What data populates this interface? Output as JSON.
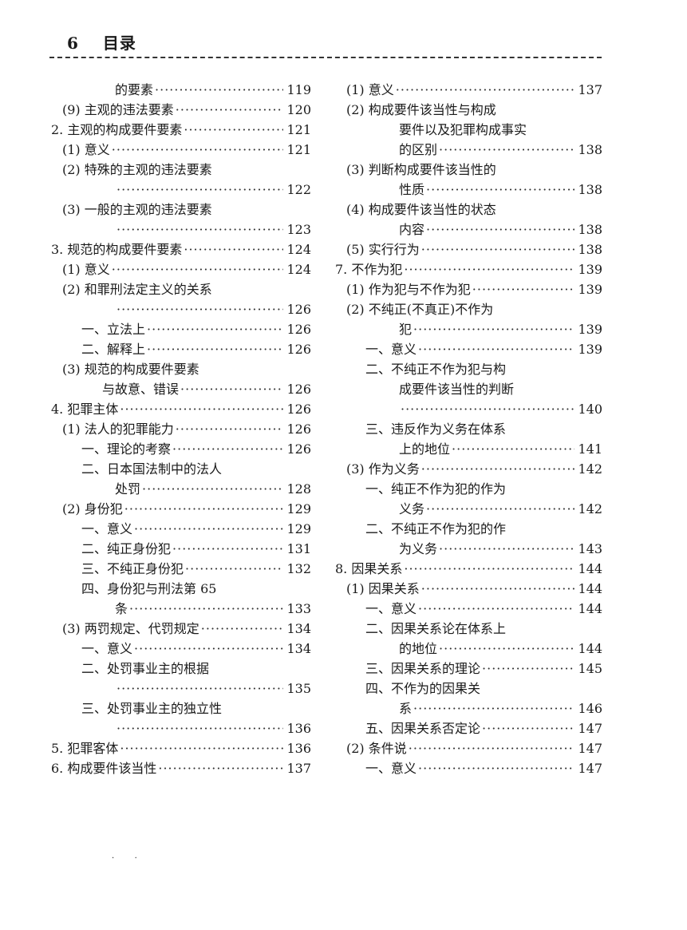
{
  "header": {
    "page_number": "6",
    "title": "目录"
  },
  "left_column": [
    {
      "text": "的要素",
      "page": "119",
      "indent": 4,
      "dots": true
    },
    {
      "text": "(9) 主观的违法要素",
      "page": "120",
      "indent": 1,
      "dots": true
    },
    {
      "text": "2. 主观的构成要件要素",
      "page": "121",
      "indent": 0,
      "dots": true
    },
    {
      "text": "(1) 意义",
      "page": "121",
      "indent": 1,
      "dots": true
    },
    {
      "text": "(2) 特殊的主观的违法要素",
      "page": "",
      "indent": 1,
      "dots": false
    },
    {
      "text": "",
      "page": "122",
      "indent": 4,
      "dots": true
    },
    {
      "text": "(3) 一般的主观的违法要素",
      "page": "",
      "indent": 1,
      "dots": false
    },
    {
      "text": "",
      "page": "123",
      "indent": 4,
      "dots": true
    },
    {
      "text": "3. 规范的构成要件要素",
      "page": "124",
      "indent": 0,
      "dots": true
    },
    {
      "text": "(1) 意义",
      "page": "124",
      "indent": 1,
      "dots": true
    },
    {
      "text": "(2) 和罪刑法定主义的关系",
      "page": "",
      "indent": 1,
      "dots": false
    },
    {
      "text": "",
      "page": "126",
      "indent": 4,
      "dots": true
    },
    {
      "text": "一、立法上",
      "page": "126",
      "indent": 2,
      "dots": true
    },
    {
      "text": "二、解释上",
      "page": "126",
      "indent": 2,
      "dots": true
    },
    {
      "text": "(3) 规范的构成要件要素",
      "page": "",
      "indent": 1,
      "dots": false
    },
    {
      "text": "与故意、错误",
      "page": "126",
      "indent": 3,
      "dots": true
    },
    {
      "text": "4. 犯罪主体",
      "page": "126",
      "indent": 0,
      "dots": true
    },
    {
      "text": "(1) 法人的犯罪能力",
      "page": "126",
      "indent": 1,
      "dots": true
    },
    {
      "text": "一、理论的考察",
      "page": "126",
      "indent": 2,
      "dots": true
    },
    {
      "text": "二、日本国法制中的法人",
      "page": "",
      "indent": 2,
      "dots": false
    },
    {
      "text": "处罚",
      "page": "128",
      "indent": 4,
      "dots": true
    },
    {
      "text": "(2) 身份犯",
      "page": "129",
      "indent": 1,
      "dots": true
    },
    {
      "text": "一、意义",
      "page": "129",
      "indent": 2,
      "dots": true
    },
    {
      "text": "二、纯正身份犯",
      "page": "131",
      "indent": 2,
      "dots": true
    },
    {
      "text": "三、不纯正身份犯",
      "page": "132",
      "indent": 2,
      "dots": true
    },
    {
      "text": "四、身份犯与刑法第 65",
      "page": "",
      "indent": 2,
      "dots": false
    },
    {
      "text": "条",
      "page": "133",
      "indent": 4,
      "dots": true
    },
    {
      "text": "(3) 两罚规定、代罚规定",
      "page": "134",
      "indent": 1,
      "dots": true
    },
    {
      "text": "一、意义",
      "page": "134",
      "indent": 2,
      "dots": true
    },
    {
      "text": "二、处罚事业主的根据",
      "page": "",
      "indent": 2,
      "dots": false
    },
    {
      "text": "",
      "page": "135",
      "indent": 4,
      "dots": true
    },
    {
      "text": "三、处罚事业主的独立性",
      "page": "",
      "indent": 2,
      "dots": false
    },
    {
      "text": "",
      "page": "136",
      "indent": 4,
      "dots": true
    },
    {
      "text": "5. 犯罪客体",
      "page": "136",
      "indent": 0,
      "dots": true
    },
    {
      "text": "6. 构成要件该当性",
      "page": "137",
      "indent": 0,
      "dots": true
    }
  ],
  "right_column": [
    {
      "text": "(1) 意义",
      "page": "137",
      "indent": 1,
      "dots": true
    },
    {
      "text": "(2) 构成要件该当性与构成",
      "page": "",
      "indent": 1,
      "dots": false
    },
    {
      "text": "要件以及犯罪构成事实",
      "page": "",
      "indent": 4,
      "dots": false
    },
    {
      "text": "的区别",
      "page": "138",
      "indent": 4,
      "dots": true
    },
    {
      "text": "(3) 判断构成要件该当性的",
      "page": "",
      "indent": 1,
      "dots": false
    },
    {
      "text": "性质",
      "page": "138",
      "indent": 4,
      "dots": true
    },
    {
      "text": "(4) 构成要件该当性的状态",
      "page": "",
      "indent": 1,
      "dots": false
    },
    {
      "text": "内容",
      "page": "138",
      "indent": 4,
      "dots": true
    },
    {
      "text": "(5) 实行行为",
      "page": "138",
      "indent": 1,
      "dots": true
    },
    {
      "text": "7. 不作为犯",
      "page": "139",
      "indent": 0,
      "dots": true
    },
    {
      "text": "(1) 作为犯与不作为犯",
      "page": "139",
      "indent": 1,
      "dots": true
    },
    {
      "text": "(2) 不纯正(不真正)不作为",
      "page": "",
      "indent": 1,
      "dots": false
    },
    {
      "text": "犯",
      "page": "139",
      "indent": 4,
      "dots": true
    },
    {
      "text": "一、意义",
      "page": "139",
      "indent": 2,
      "dots": true
    },
    {
      "text": "二、不纯正不作为犯与构",
      "page": "",
      "indent": 2,
      "dots": false
    },
    {
      "text": "成要件该当性的判断",
      "page": "",
      "indent": 4,
      "dots": false
    },
    {
      "text": "",
      "page": "140",
      "indent": 4,
      "dots": true
    },
    {
      "text": "三、违反作为义务在体系",
      "page": "",
      "indent": 2,
      "dots": false
    },
    {
      "text": "上的地位",
      "page": "141",
      "indent": 4,
      "dots": true
    },
    {
      "text": "(3) 作为义务",
      "page": "142",
      "indent": 1,
      "dots": true
    },
    {
      "text": "一、纯正不作为犯的作为",
      "page": "",
      "indent": 2,
      "dots": false
    },
    {
      "text": "义务",
      "page": "142",
      "indent": 4,
      "dots": true
    },
    {
      "text": "二、不纯正不作为犯的作",
      "page": "",
      "indent": 2,
      "dots": false
    },
    {
      "text": "为义务",
      "page": "143",
      "indent": 4,
      "dots": true
    },
    {
      "text": "8. 因果关系",
      "page": "144",
      "indent": 0,
      "dots": true
    },
    {
      "text": "(1) 因果关系",
      "page": "144",
      "indent": 1,
      "dots": true
    },
    {
      "text": "一、意义",
      "page": "144",
      "indent": 2,
      "dots": true
    },
    {
      "text": "二、因果关系论在体系上",
      "page": "",
      "indent": 2,
      "dots": false
    },
    {
      "text": "的地位",
      "page": "144",
      "indent": 4,
      "dots": true
    },
    {
      "text": "三、因果关系的理论",
      "page": "145",
      "indent": 2,
      "dots": true
    },
    {
      "text": "四、不作为的因果关",
      "page": "",
      "indent": 2,
      "dots": false
    },
    {
      "text": "系",
      "page": "146",
      "indent": 4,
      "dots": true
    },
    {
      "text": "五、因果关系否定论",
      "page": "147",
      "indent": 2,
      "dots": true
    },
    {
      "text": "(2) 条件说",
      "page": "147",
      "indent": 1,
      "dots": true
    },
    {
      "text": "一、意义",
      "page": "147",
      "indent": 2,
      "dots": true
    }
  ]
}
